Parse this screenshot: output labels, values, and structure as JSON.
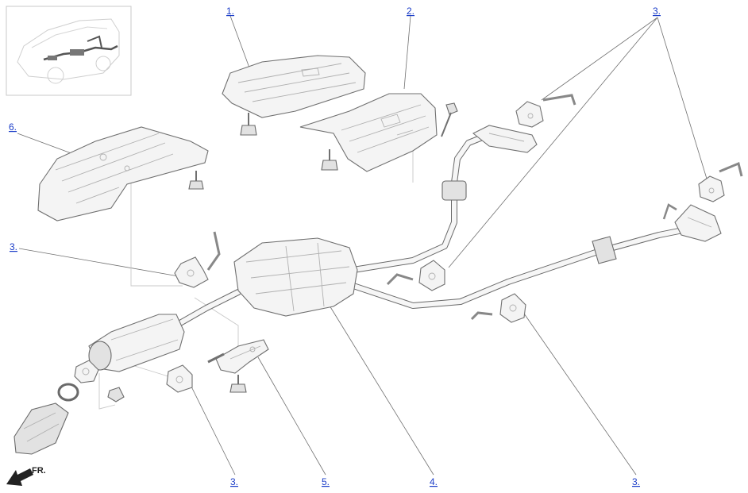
{
  "callouts": {
    "c1": "1.",
    "c2": "2.",
    "c3_top": "3.",
    "c6": "6.",
    "c3_left": "3.",
    "c3_bottom_left": "3.",
    "c5": "5.",
    "c4": "4.",
    "c3_bottom_right": "3."
  },
  "front_indicator": "FR.",
  "colors": {
    "callout_link": "#1a3cc8",
    "line_art": "#707070",
    "part_fill": "#f4f4f4"
  },
  "icons": {
    "front_arrow": "arrow-left-down-icon"
  }
}
